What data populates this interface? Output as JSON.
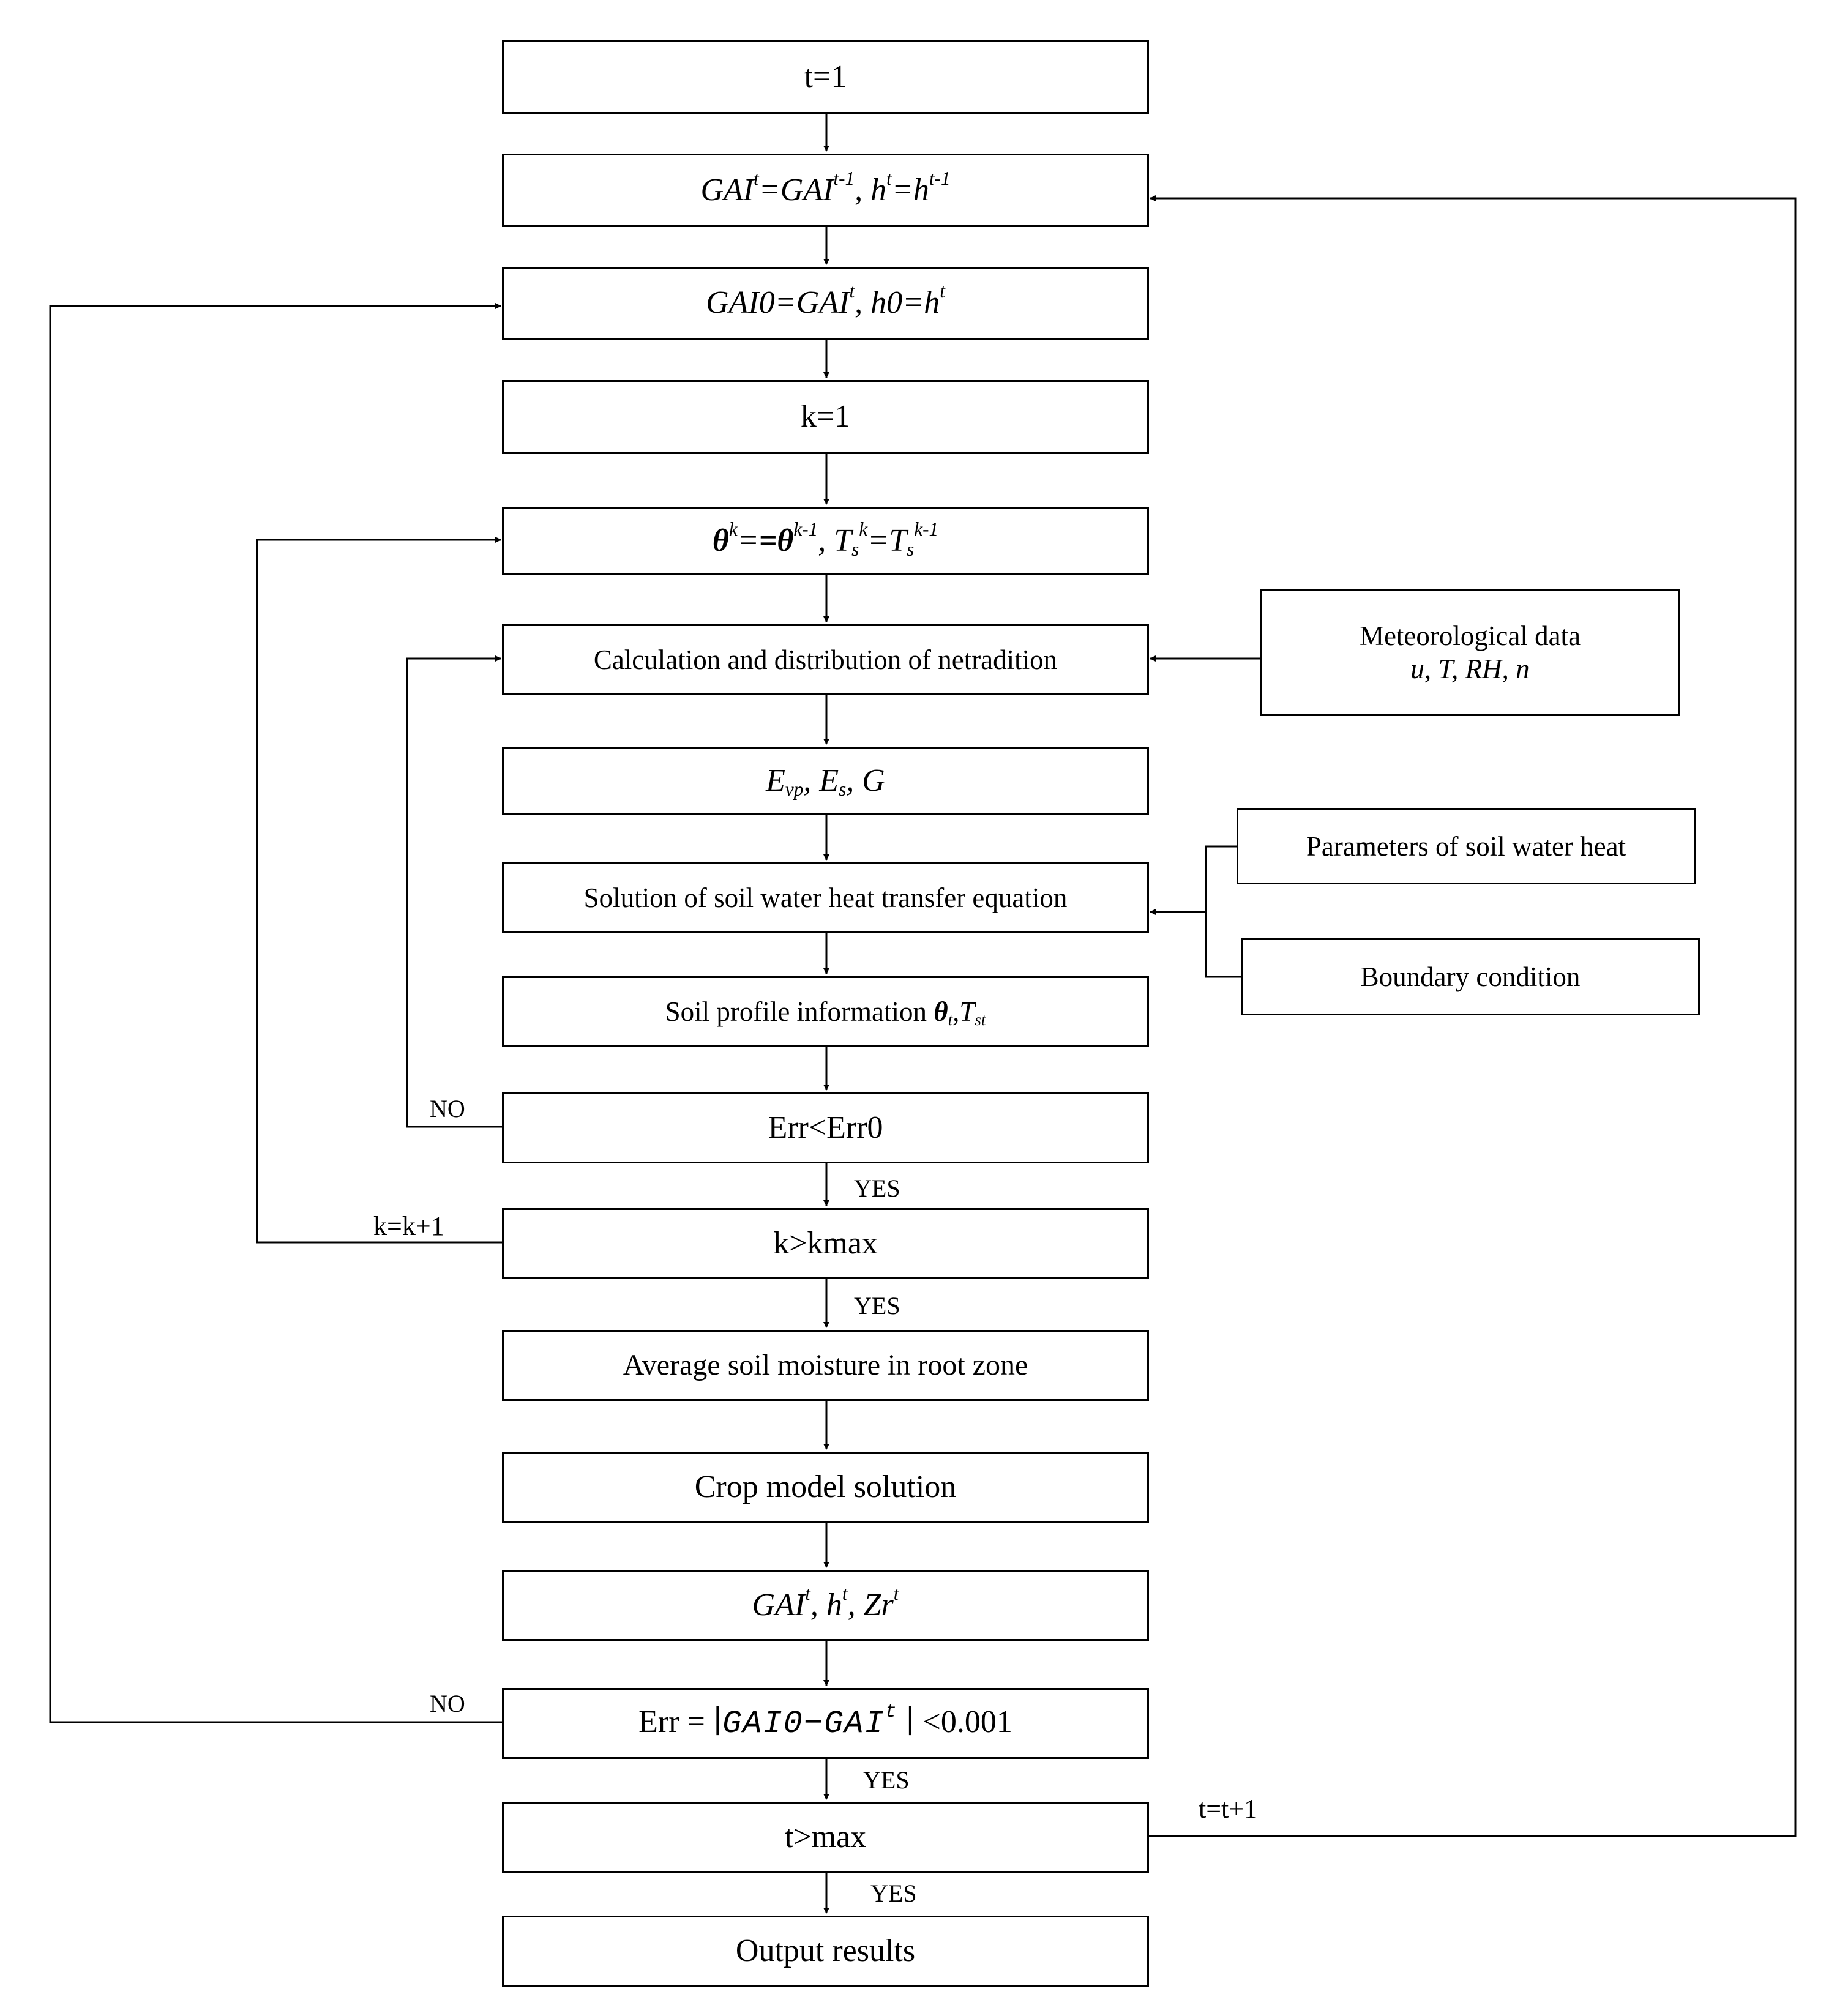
{
  "nodes": {
    "t_init": "t=1",
    "gai_prev": {
      "a": "GAI",
      "b": "t",
      "c": "=GAI",
      "d": "t-1",
      "e": ", h",
      "f": "t",
      "g": "=h",
      "h": "t-1"
    },
    "gai0_set": {
      "a": "GAI0=GAI",
      "b": "t",
      "c": ", h0=h",
      "d": "t"
    },
    "k_init": "k=1",
    "theta_set": {
      "a": "θ",
      "b": "k",
      "c": "=θ",
      "d": "k-1",
      "e": ", T",
      "f": "s",
      "g": "k",
      "h": "=T",
      "i": "s",
      "j": "k-1"
    },
    "netrad": "Calculation and distribution of netradition",
    "evap": {
      "a": "E",
      "b": "vp",
      "c": ", E",
      "d": "s",
      "e": ", G"
    },
    "soil_solution": "Solution of soil water heat transfer equation",
    "soil_profile": {
      "a": "Soil profile information ",
      "b": "θ",
      "c": "t",
      "d": ",T",
      "e": "st"
    },
    "err_check": "Err<Err0",
    "k_check": "k>kmax",
    "avg_moisture": "Average soil moisture in root zone",
    "crop_model": "Crop model solution",
    "gai_out": {
      "a": "GAI",
      "b": "t",
      "c": ", h",
      "d": "t",
      "e": ", Zr",
      "f": "t"
    },
    "gai_err": {
      "a": "Err =",
      "b": "∣",
      "c": "GAI0−GAI",
      "d": "t",
      "e": "∣",
      "f": "<0.001"
    },
    "t_check": "t>max",
    "output": "Output results"
  },
  "inputs": {
    "meteo_title": "Meteorological data",
    "meteo_vars": "u, T, RH, n",
    "soil_params": "Parameters of soil water heat",
    "boundary": "Boundary condition"
  },
  "labels": {
    "no_err": "NO",
    "yes_err": "YES",
    "k_increment": "k=k+1",
    "yes_k": "YES",
    "no_gai": "NO",
    "yes_gai": "YES",
    "t_increment": "t=t+1",
    "yes_t": "YES"
  }
}
